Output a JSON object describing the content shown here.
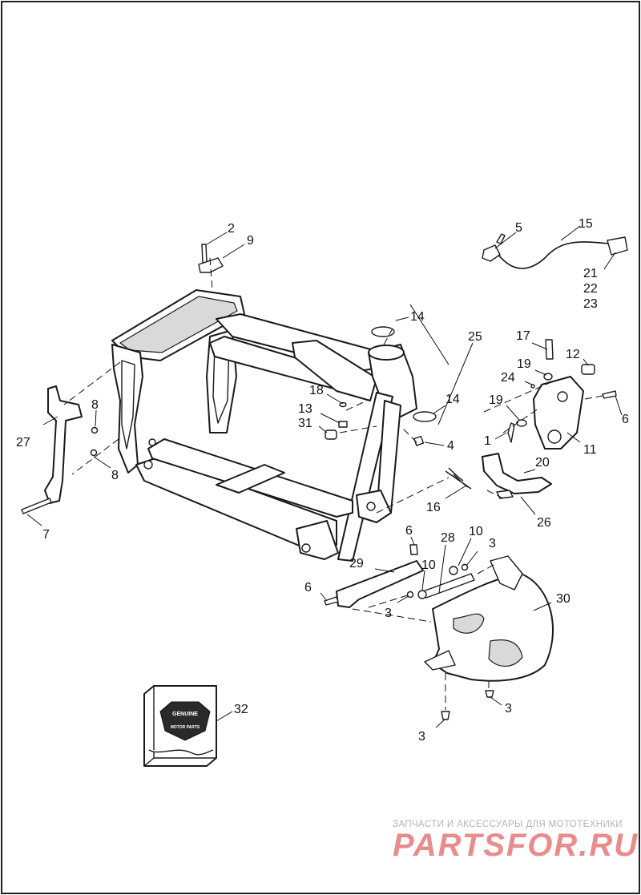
{
  "diagram": {
    "callouts": {
      "c1": "1",
      "c2": "2",
      "c3a": "3",
      "c3b": "3",
      "c3c": "3",
      "c3d": "3",
      "c4": "4",
      "c5": "5",
      "c6a": "6",
      "c6b": "6",
      "c6c": "6",
      "c7": "7",
      "c8a": "8",
      "c8b": "8",
      "c9": "9",
      "c10a": "10",
      "c10b": "10",
      "c11": "11",
      "c12": "12",
      "c13": "13",
      "c14a": "14",
      "c14b": "14",
      "c15": "15",
      "c16": "16",
      "c17": "17",
      "c18": "18",
      "c19a": "19",
      "c19b": "19",
      "c20": "20",
      "c21": "21",
      "c22": "22",
      "c23": "23",
      "c24": "24",
      "c25": "25",
      "c26": "26",
      "c27": "27",
      "c28": "28",
      "c29": "29",
      "c30": "30",
      "c31": "31",
      "c32": "32"
    },
    "book_logo": {
      "line1": "GENUINE",
      "line2": "MOTOR PARTS"
    }
  },
  "watermark": {
    "tagline": "ЗАПЧАСТИ И АКСЕССУАРЫ ДЛЯ МОТОТЕХНИКИ",
    "brand": "PARTSFOR.RU"
  },
  "colors": {
    "line": "#1a1a1a",
    "watermark_brand": "#e98c8c",
    "watermark_tagline": "#b4b4b4",
    "book_emblem": "#2a2a2a"
  }
}
